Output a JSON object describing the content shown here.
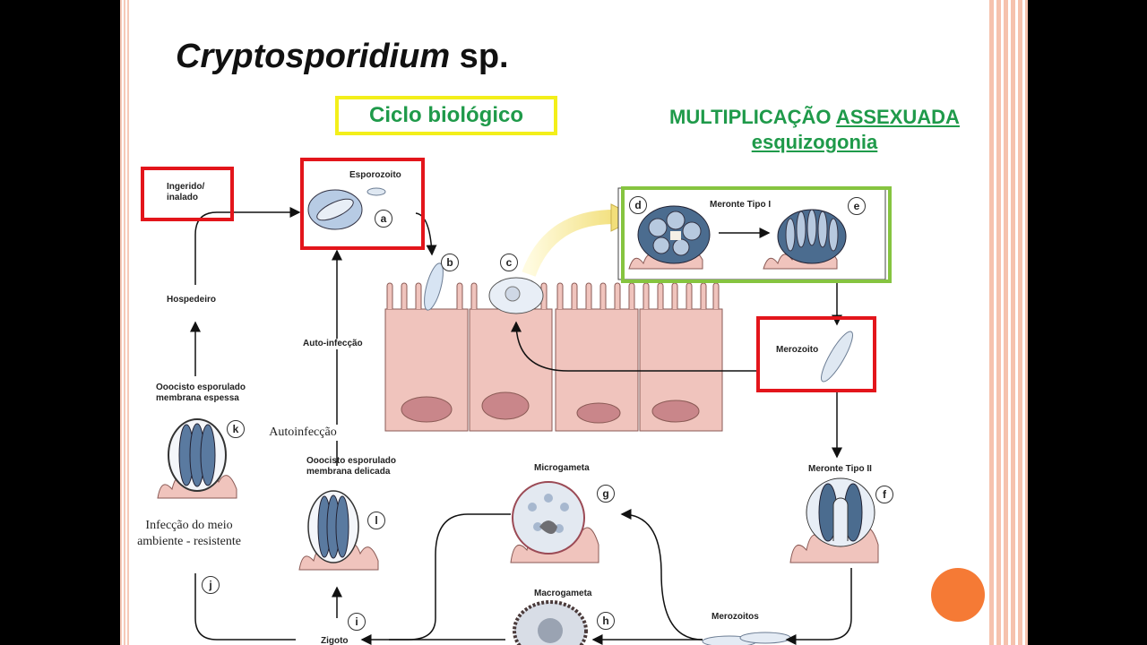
{
  "slide": {
    "title_italic": "Cryptosporidium",
    "title_suffix": " sp.",
    "cycle_label": "Ciclo biológico",
    "mult_line1": "MULTIPLICAÇÃO ",
    "mult_line1_underlined": "ASSEXUADA",
    "mult_line2": "esquizogonia"
  },
  "labels": {
    "ingerido": "Ingerido/ inalado",
    "esporozoito": "Esporozoito",
    "meronte1": "Meronte Tipo I",
    "merozoito": "Merozoito",
    "meronte2": "Meronte Tipo II",
    "hospedeiro": "Hospedeiro",
    "autoinf": "Auto-infecção",
    "oocisto_k": "Ooocisto esporulado membrana espessa",
    "oocisto_l": "Ooocisto esporulado membrana delicada",
    "microgameta": "Microgameta",
    "macrogameta": "Macrogameta",
    "merozoitos": "Merozoitos",
    "zigoto": "Zigoto",
    "autoinfeccao_note": "Autoinfecção",
    "infeccao_note": "Infecção do meio ambiente - resistente"
  },
  "stages": {
    "a": "a",
    "b": "b",
    "c": "c",
    "d": "d",
    "e": "e",
    "f": "f",
    "g": "g",
    "h": "h",
    "i": "i",
    "j": "j",
    "k": "k",
    "l": "l"
  },
  "colors": {
    "highlight_red": "#e3151b",
    "highlight_green": "#86c440",
    "highlight_yellow": "#f3ef1a",
    "text_green": "#1f9a4a",
    "accent_orange": "#f57a35",
    "stripe": "#f6c2ad"
  }
}
